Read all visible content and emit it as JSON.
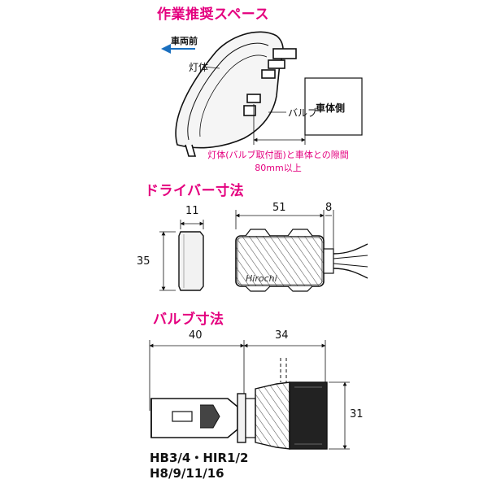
{
  "sections": {
    "space": {
      "title": "作業推奨スペース",
      "front_label": "車両前",
      "housing_label": "灯体",
      "bulb_label": "バルブ",
      "body_label": "車体側",
      "gap_note_line1": "灯体(バルブ取付面)と車体との隙間",
      "gap_note_line2": "80mm以上"
    },
    "driver": {
      "title": "ドライバー寸法",
      "dim_width_side": "11",
      "dim_height": "35",
      "dim_length": "51",
      "dim_connector": "8"
    },
    "bulb": {
      "title": "バルブ寸法",
      "dim_base": "40",
      "dim_head": "34",
      "dim_diameter": "31"
    }
  },
  "models": {
    "line1": "HB3/4・HIR1/2",
    "line2": "H8/9/11/16"
  },
  "watermark": "Hirochi",
  "colors": {
    "accent": "#e4007f",
    "arrow": "#1a6fbf",
    "stroke": "#111111",
    "fill_light": "#f0f0f0",
    "fill_dark": "#222222"
  }
}
